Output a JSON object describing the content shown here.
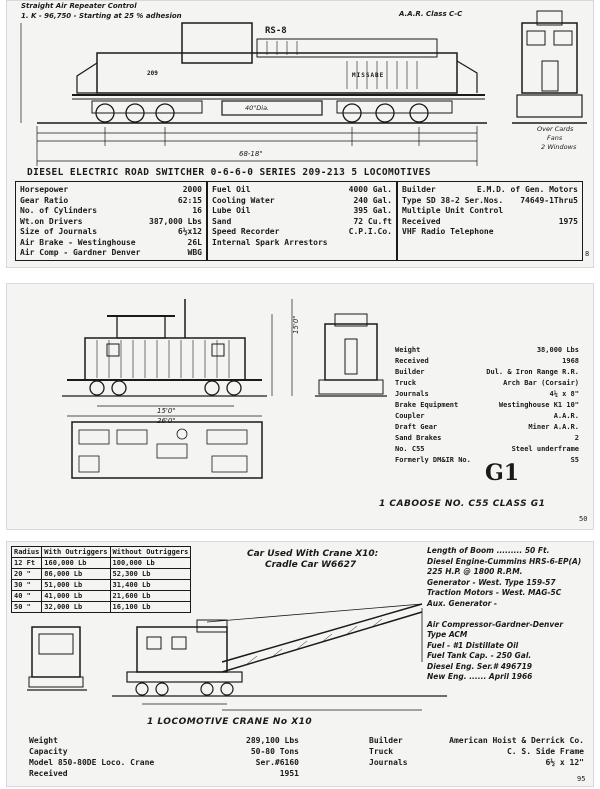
{
  "panel1": {
    "header_left": "Straight Air Repeater Control",
    "header_note": "1. K - 96,750 - Starting at 25 % adhesion",
    "header_right": "A.A.R. Class C-C",
    "unit_label": "RS-8",
    "road_name": "MISSABE",
    "cab_number": "209",
    "wheel_note": "40\"Dia.",
    "end_note_1": "Over Cards",
    "end_note_2": "Fans",
    "end_note_3": "2 Windows",
    "overall_length": "68-18\"",
    "title": "DIESEL ELECTRIC ROAD SWITCHER 0-6-6-0 SERIES 209-213   5 LOCOMOTIVES",
    "col1": [
      {
        "label": "Horsepower",
        "value": "2000"
      },
      {
        "label": "Gear Ratio",
        "value": "62:15"
      },
      {
        "label": "No. of Cylinders",
        "value": "16"
      },
      {
        "label": "Wt.on Drivers",
        "value": "387,000 Lbs"
      },
      {
        "label": "Size of Journals",
        "value": "6½x12"
      },
      {
        "label": "Air Brake - Westinghouse",
        "value": "26L"
      },
      {
        "label": "Air Comp - Gardner Denver",
        "value": "WBG"
      }
    ],
    "col2": [
      {
        "label": "Fuel Oil",
        "value": "4000 Gal."
      },
      {
        "label": "Cooling Water",
        "value": "240 Gal."
      },
      {
        "label": "Lube Oil",
        "value": "395 Gal."
      },
      {
        "label": "Sand",
        "value": "72 Cu.ft"
      },
      {
        "label": "Speed Recorder",
        "value": "C.P.I.Co."
      },
      {
        "label": "Internal Spark Arrestors",
        "value": ""
      }
    ],
    "col3": [
      {
        "label": "Builder",
        "value": "E.M.D. of Gen. Motors"
      },
      {
        "label": "Type  SD 38-2  Ser.Nos.",
        "value": "74649-1Thru5"
      },
      {
        "label": "Multiple Unit Control",
        "value": ""
      },
      {
        "label": "Received",
        "value": "1975"
      },
      {
        "label": "VHF Radio Telephone",
        "value": ""
      }
    ],
    "page_no": "8"
  },
  "panel2": {
    "dim_height": "15'0\"",
    "dim_length_inner": "15'0\"",
    "dim_length_outer": "26'0\"",
    "specs": [
      {
        "label": "Weight",
        "value": "38,000 Lbs"
      },
      {
        "label": "Received",
        "value": "1968"
      },
      {
        "label": "Builder",
        "value": "Dul. & Iron Range R.R."
      },
      {
        "label": "Truck",
        "value": "Arch Bar (Corsair)"
      },
      {
        "label": "Journals",
        "value": "4¼ x 8\""
      },
      {
        "label": "Brake Equipment",
        "value": "Westinghouse K1 10\""
      },
      {
        "label": "Coupler",
        "value": "A.A.R."
      },
      {
        "label": "Draft Gear",
        "value": "Miner A.A.R."
      },
      {
        "label": "Sand Brakes",
        "value": "2"
      },
      {
        "label": "No. C55",
        "value": "Steel underframe"
      },
      {
        "label": "Formerly DM&IR No.",
        "value": "S5"
      }
    ],
    "class_big": "G1",
    "caption": "1 CABOOSE  NO. C55  CLASS G1",
    "page_no": "50"
  },
  "panel3": {
    "table_head": [
      "Radius",
      "With Outriggers",
      "Without Outriggers"
    ],
    "table_rows": [
      [
        "12 Ft",
        "160,000 Lb",
        "100,000 Lb"
      ],
      [
        "20 \"",
        "86,000 Lb",
        "52,300 Lb"
      ],
      [
        "30 \"",
        "51,000 Lb",
        "31,400 Lb"
      ],
      [
        "40 \"",
        "41,000 Lb",
        "21,600 Lb"
      ],
      [
        "50 \"",
        "32,000 Lb",
        "16,100 Lb"
      ]
    ],
    "heading_1": "Car   Used With Crane X10:",
    "heading_2": "Cradle Car W6627",
    "right_specs": [
      "Length of Boom ......... 50 Ft.",
      "Diesel Engine-Cummins HRS-6-EP(A)",
      "   225 H.P. @ 1800 R.P.M.",
      "Generator - West. Type 159-57",
      "Traction Motors - West. MAG-5C",
      "Aux. Generator -",
      "",
      "Air Compressor-Gardner-Denver",
      "   Type ACM",
      "Fuel - #1 Distillate Oil",
      "Fuel Tank Cap. - 250 Gal.",
      "Diesel Eng. Ser.# 496719",
      "New Eng. ...... April 1966"
    ],
    "caption": "1 LOCOMOTIVE CRANE  No X10",
    "bottom_left": [
      {
        "label": "Weight",
        "value": "289,100 Lbs"
      },
      {
        "label": "Capacity",
        "value": "50-80 Tons"
      },
      {
        "label": "Model 850-80DE Loco. Crane",
        "value": "Ser.#6160"
      },
      {
        "label": "Received",
        "value": "1951"
      }
    ],
    "bottom_right": [
      {
        "label": "Builder",
        "value": "American Hoist & Derrick Co."
      },
      {
        "label": "Truck",
        "value": "C. S. Side Frame"
      },
      {
        "label": "Journals",
        "value": "6½ x 12\""
      }
    ],
    "page_no": "95"
  }
}
